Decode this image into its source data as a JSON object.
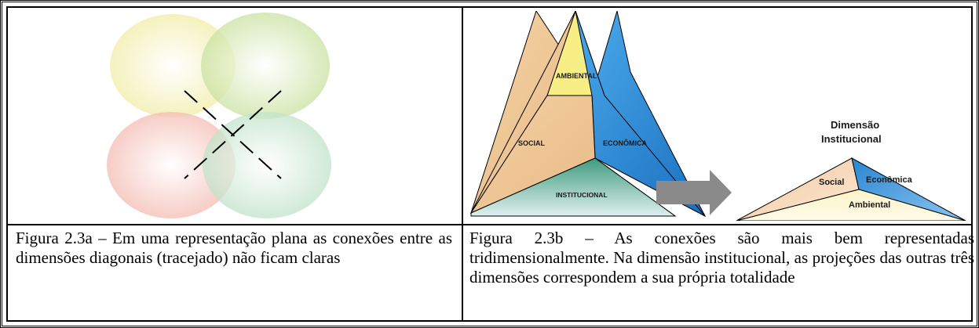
{
  "figure_a": {
    "caption": "Figura 2.3a – Em uma representação plana as conexões entre as dimensões diagonais (tracejado) não ficam claras",
    "colors": {
      "top_left": "#f2f0b0",
      "top_right": "#cfe3a4",
      "bottom_left": "#f5c3bb",
      "bottom_right": "#c9e6cf"
    }
  },
  "figure_b": {
    "caption": "Figura 2.3b – As conexões são mais bem representadas tridimensionalmente. Na dimensão institucional, as projeções das outras três dimensões correspondem a sua própria totalidade",
    "pyramid": {
      "ambiental": "AMBIENTAL",
      "social": "SOCIAL",
      "economica": "ECONÔMICA",
      "institucional": "INSTITUCIONAL"
    },
    "flat": {
      "title_line1": "Dimensão",
      "title_line2": "Institucional",
      "social": "Social",
      "economica": "Econômica",
      "ambiental": "Ambiental"
    },
    "colors": {
      "ambiental": "#f7ee86",
      "social": "#f0c79a",
      "economica": "#2e8fd8",
      "institucional": "#4aa58a",
      "arrow": "#8a8a8a"
    }
  }
}
